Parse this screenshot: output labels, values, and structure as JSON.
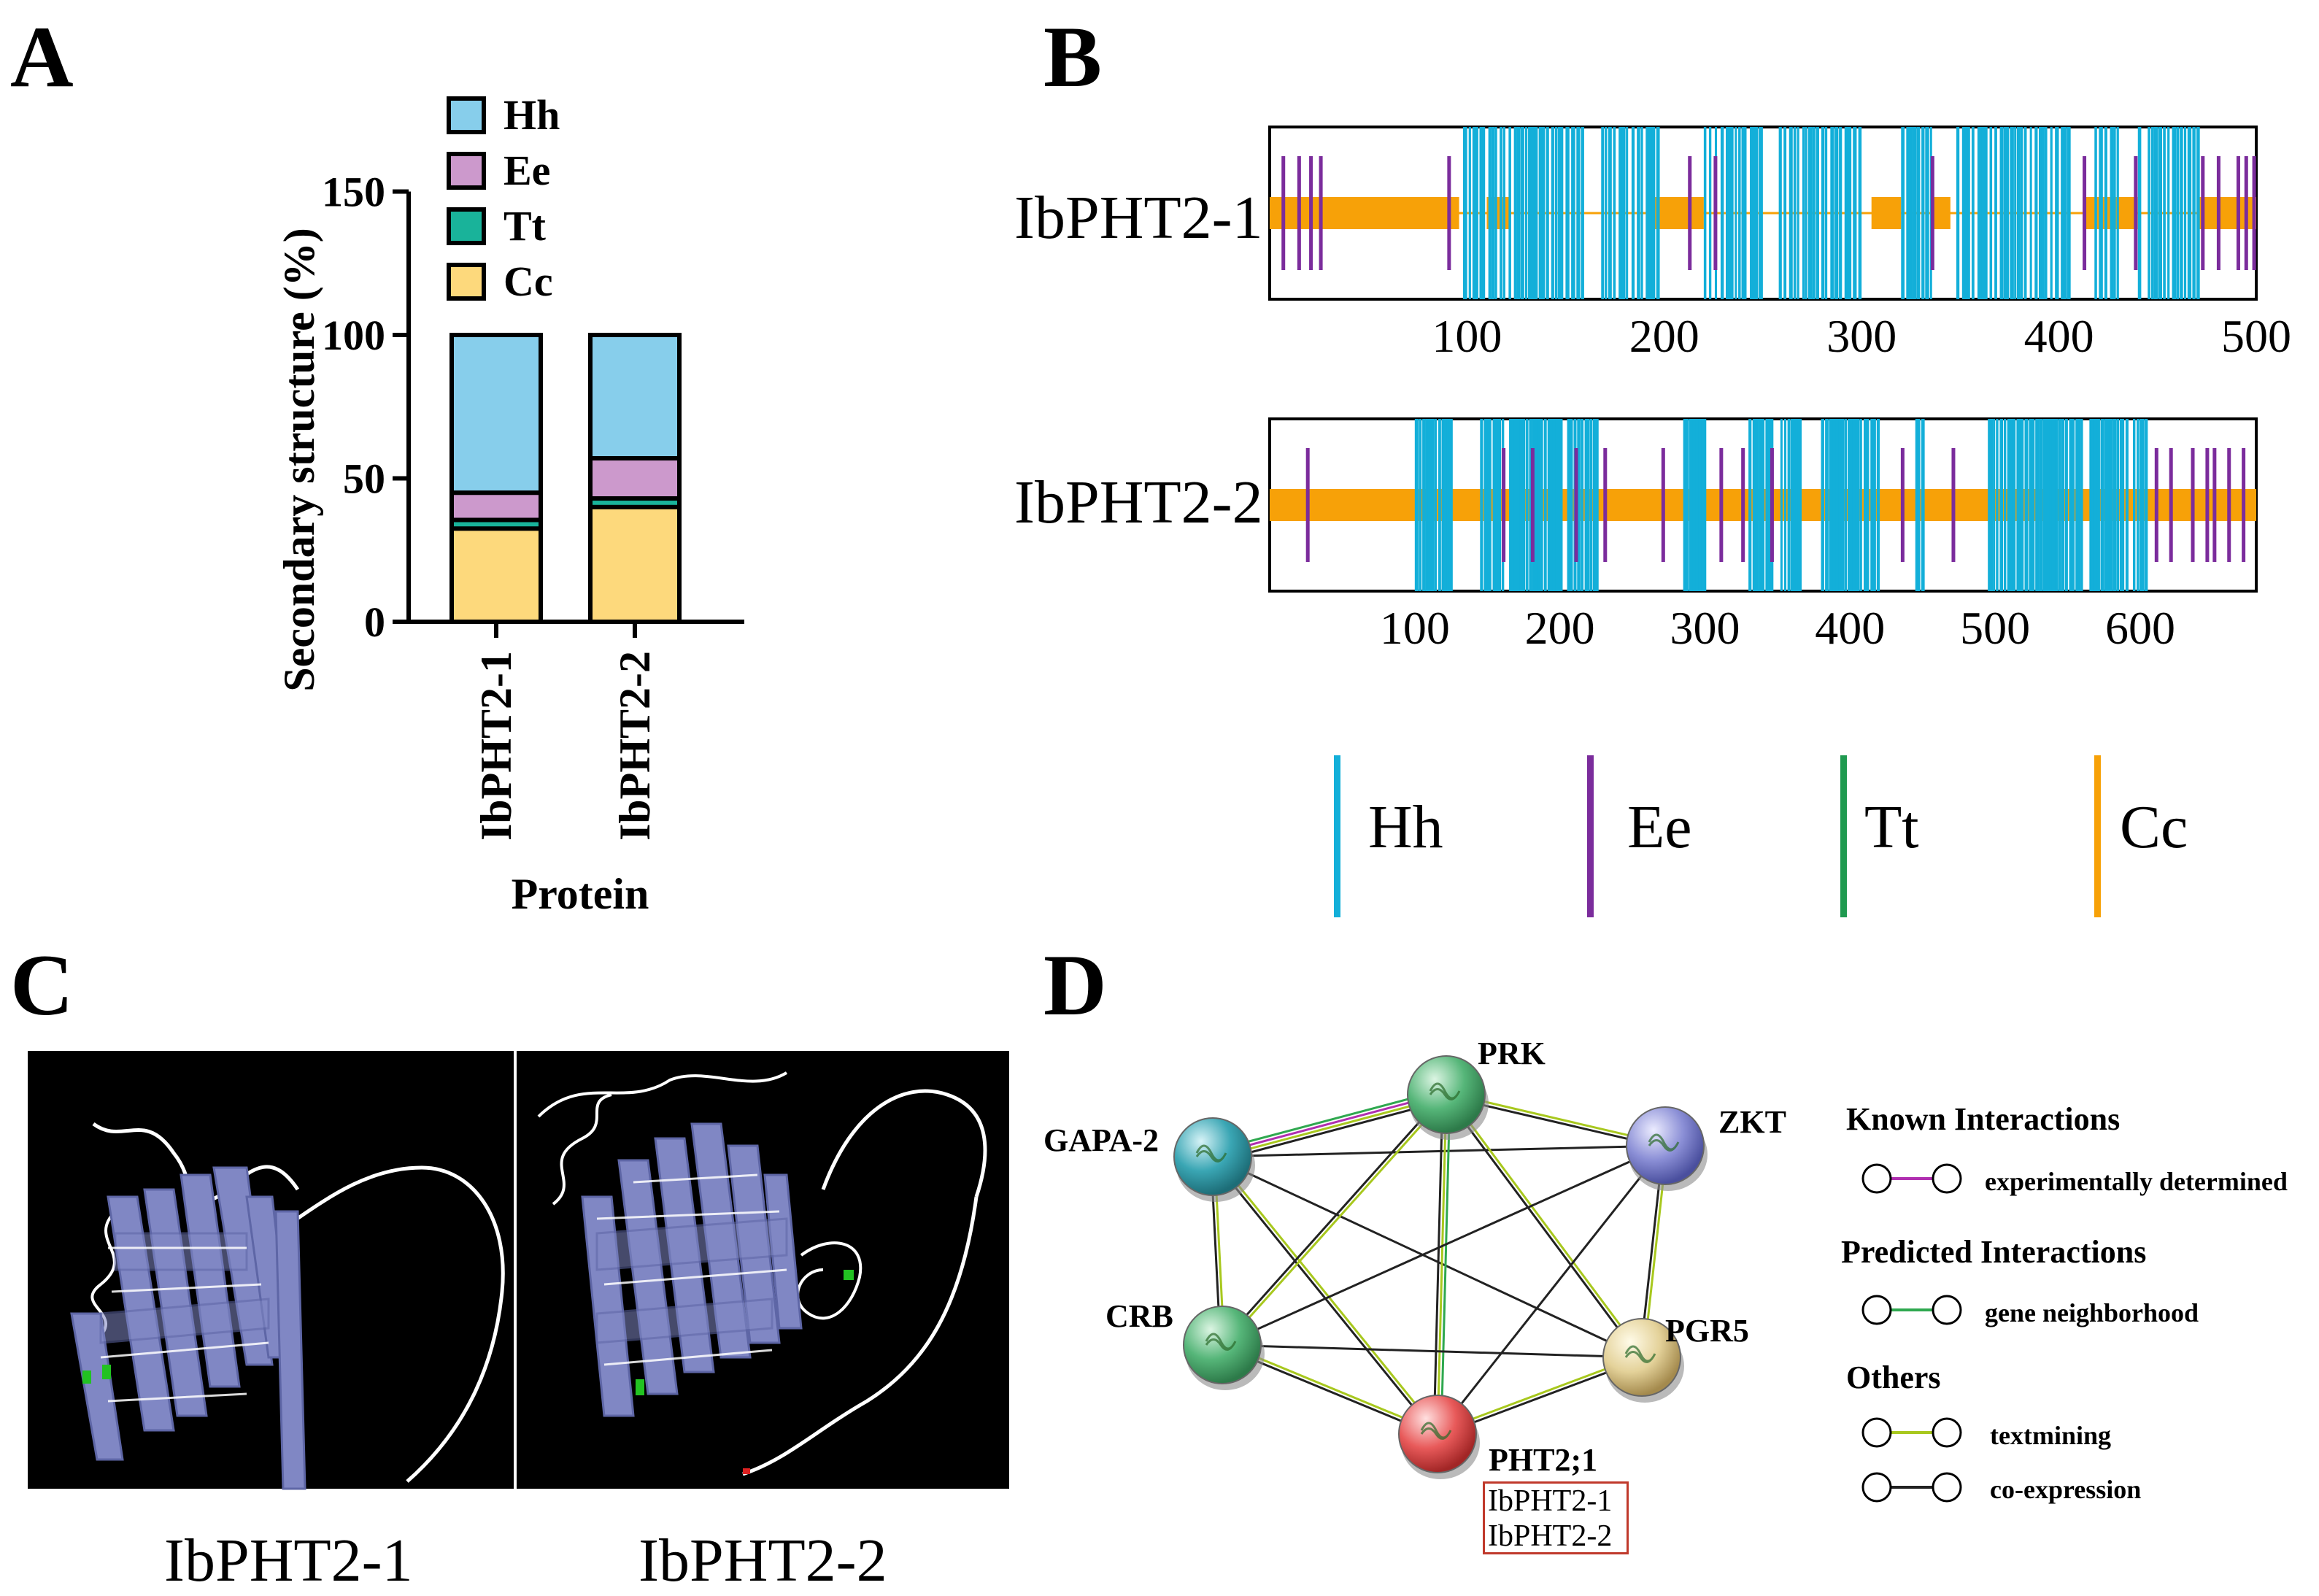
{
  "panels": {
    "a": "A",
    "b": "B",
    "c": "C",
    "d": "D"
  },
  "colors": {
    "Hh": "#87ceeb",
    "Ee": "#cc99cc",
    "Tt": "#19b39a",
    "Cc": "#fdd97c",
    "helix": "#13afd9",
    "strand": "#7b2c9c",
    "turn": "#1f9a50",
    "coil": "#f7a108"
  },
  "chart_data": {
    "type": "bar",
    "stacked": true,
    "categories": [
      "IbPHT2-1",
      "IbPHT2-2"
    ],
    "xlabel": "Protein",
    "ylabel": "Secondary structure (%)",
    "ylim": [
      0,
      150
    ],
    "yticks": [
      "0",
      "50",
      "100",
      "150"
    ],
    "legend_position": "top",
    "series": [
      {
        "name": "Cc",
        "values": [
          32.5,
          40.0
        ]
      },
      {
        "name": "Tt",
        "values": [
          3.0,
          3.0
        ]
      },
      {
        "name": "Ee",
        "values": [
          9.5,
          14.0
        ]
      },
      {
        "name": "Hh",
        "values": [
          55.0,
          43.0
        ]
      }
    ]
  },
  "panelB": {
    "tracks": [
      {
        "name": "IbPHT2-1",
        "ticks": [
          "100",
          "200",
          "300",
          "400",
          "500"
        ]
      },
      {
        "name": "IbPHT2-2",
        "ticks": [
          "100",
          "200",
          "300",
          "400",
          "500",
          "600"
        ]
      }
    ],
    "legend": [
      "Hh",
      "Ee",
      "Tt",
      "Cc"
    ]
  },
  "panelC": {
    "labels": [
      "IbPHT2-1",
      "IbPHT2-2"
    ]
  },
  "panelD": {
    "nodes": {
      "prk": "PRK",
      "zkt": "ZKT",
      "gapa": "GAPA-2",
      "crb": "CRB",
      "pgr5": "PGR5",
      "pht": "PHT2;1"
    },
    "box_lines": [
      "IbPHT2-1",
      "IbPHT2-2"
    ],
    "legend": {
      "known_title": "Known Interactions",
      "known_1": "experimentally determined",
      "predicted_title": "Predicted Interactions",
      "predicted_1": "gene neighborhood",
      "others_title": "Others",
      "others_1": "textmining",
      "others_2": "co-expression"
    }
  }
}
